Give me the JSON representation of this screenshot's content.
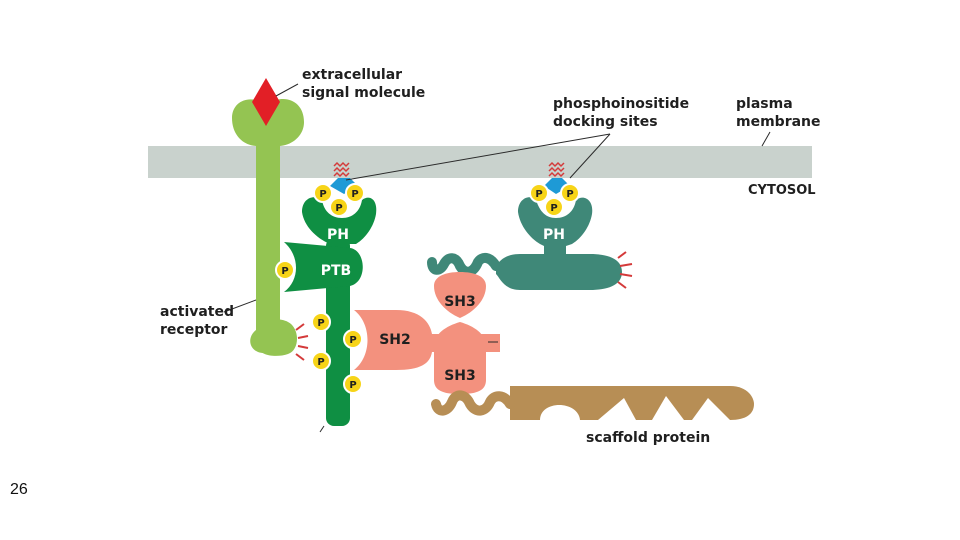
{
  "labels": {
    "signal": [
      "extracellular",
      "signal molecule"
    ],
    "docking": [
      "phosphoinositide",
      "docking sites"
    ],
    "membrane": [
      "plasma",
      "membrane"
    ],
    "cytosol": "CYTOSOL",
    "receptor": [
      "activated",
      "receptor"
    ],
    "scaffold": "scaffold protein"
  },
  "domains": {
    "ph": "PH",
    "ph2": "PH",
    "ptb": "PTB",
    "sh2": "SH2",
    "sh3_top": "SH3",
    "sh3_bottom": "SH3"
  },
  "phospho": "P",
  "page_number": "26",
  "colors": {
    "membrane": "#c9d2cd",
    "receptor": "#94c452",
    "adaptor": "#0f8f43",
    "ph_protein": "#3f8878",
    "sh_protein": "#f3917e",
    "scaffold": "#b78e55",
    "signal": "#e21f26",
    "phosphate": "#f7d418",
    "docking": "#1e9ad6",
    "spark": "#d43a3a"
  }
}
